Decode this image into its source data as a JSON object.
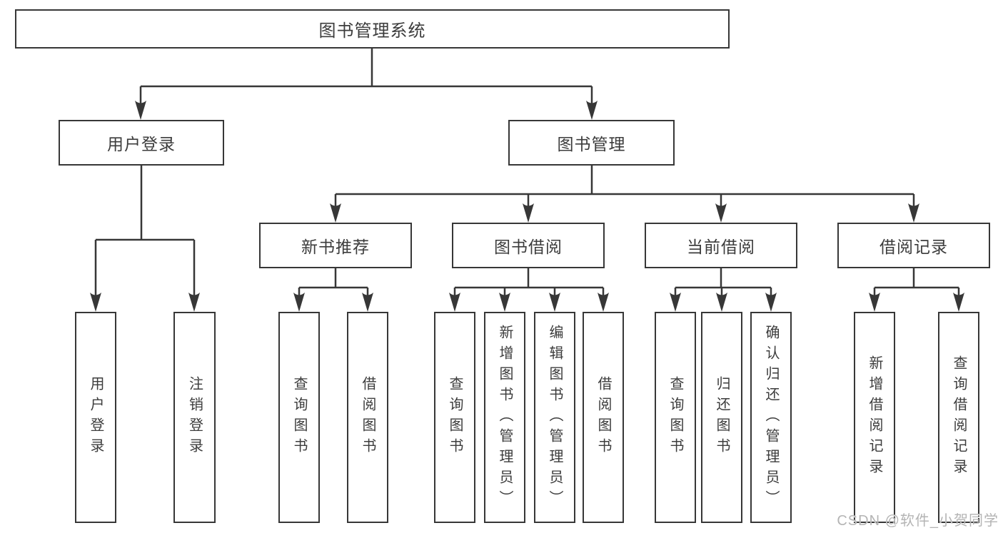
{
  "tree": {
    "label": "图书管理系统",
    "children": [
      {
        "label": "用户登录",
        "children": [
          {
            "label": "用户登录"
          },
          {
            "label": "注销登录"
          }
        ]
      },
      {
        "label": "图书管理",
        "children": [
          {
            "label": "新书推荐",
            "children": [
              {
                "label": "查询图书"
              },
              {
                "label": "借阅图书"
              }
            ]
          },
          {
            "label": "图书借阅",
            "children": [
              {
                "label": "查询图书"
              },
              {
                "label": "新增图书（管理员）"
              },
              {
                "label": "编辑图书（管理员）"
              },
              {
                "label": "借阅图书"
              }
            ]
          },
          {
            "label": "当前借阅",
            "children": [
              {
                "label": "查询图书"
              },
              {
                "label": "归还图书"
              },
              {
                "label": "确认归还（管理员）"
              }
            ]
          },
          {
            "label": "借阅记录",
            "children": [
              {
                "label": "新增借阅记录"
              },
              {
                "label": "查询借阅记录"
              }
            ]
          }
        ]
      }
    ]
  },
  "watermark": "CSDN @软件_小贺同学",
  "colors": {
    "line": "#373737",
    "text": "#3c3c3c",
    "watermark": "#b4b4b4",
    "background": "#ffffff"
  }
}
